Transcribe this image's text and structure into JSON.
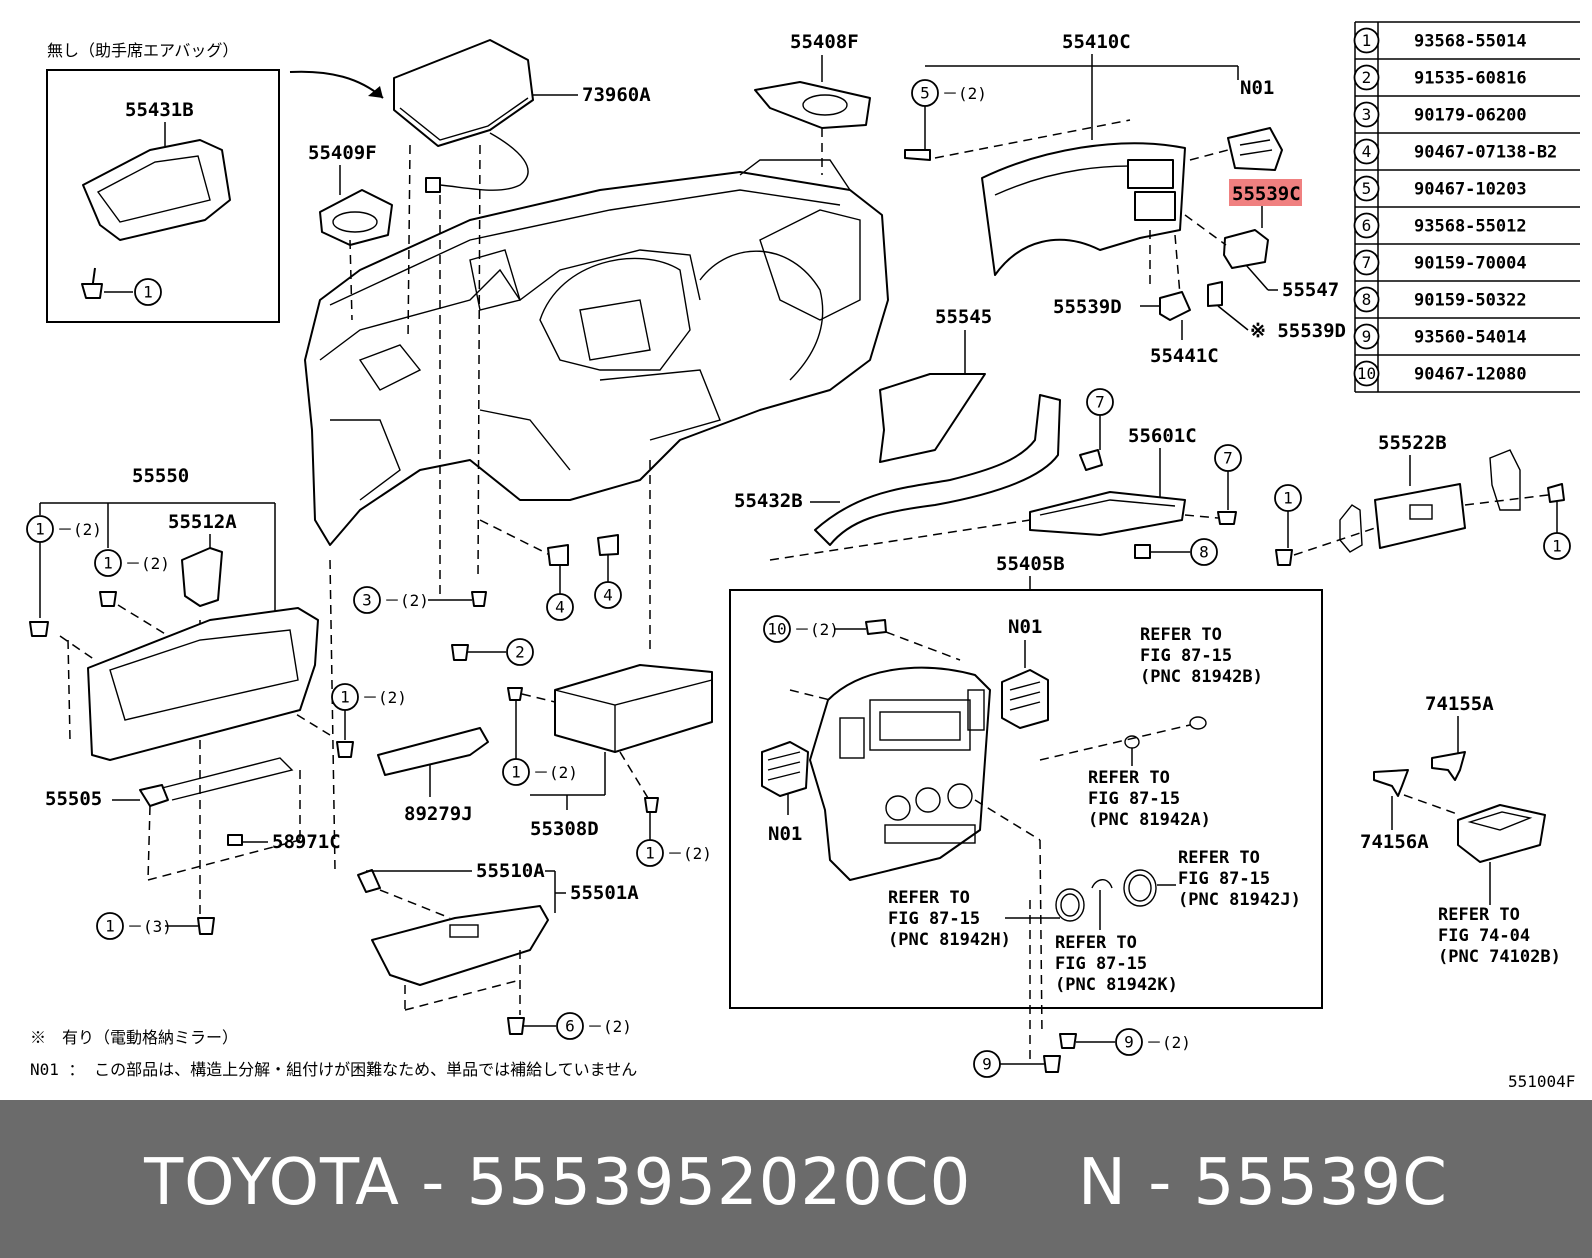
{
  "figure_code": "551004F",
  "notes": {
    "no_airbag": "無し（助手席エアバッグ）",
    "mark_with_mirror": "※　有り（電動格納ミラー）",
    "n01_note": "N01 ： この部品は、構造上分解・組付けが困難なため、単品では補給していません"
  },
  "labels": {
    "p55431B": "55431B",
    "p73960A": "73960A",
    "p55409F": "55409F",
    "p55408F": "55408F",
    "p55410C": "55410C",
    "n01_top": "N01",
    "p55539C": "55539C",
    "p55547": "55547",
    "p55539D": "55539D",
    "p55539D_mark": "※ 55539D",
    "p55441C": "55441C",
    "p55545": "55545",
    "p55601C": "55601C",
    "p55522B": "55522B",
    "p55432B": "55432B",
    "p55550": "55550",
    "p55512A": "55512A",
    "p55505": "55505",
    "p58971C": "58971C",
    "p89279J": "89279J",
    "p55308D": "55308D",
    "p55510A": "55510A",
    "p55501A": "55501A",
    "p55405B": "55405B",
    "n01_mid": "N01",
    "n01_left": "N01",
    "p74155A": "74155A",
    "p74156A": "74156A"
  },
  "qty": {
    "q2": "－(2)",
    "q3": "－(3)"
  },
  "refer": {
    "r1": [
      "REFER TO",
      "FIG 87-15",
      "(PNC 81942B)"
    ],
    "r2": [
      "REFER TO",
      "FIG 87-15",
      "(PNC 81942A)"
    ],
    "r3": [
      "REFER TO",
      "FIG 87-15",
      "(PNC 81942J)"
    ],
    "r4": [
      "REFER TO",
      "FIG 87-15",
      "(PNC 81942H)"
    ],
    "r5": [
      "REFER TO",
      "FIG 87-15",
      "(PNC 81942K)"
    ],
    "r6": [
      "REFER TO",
      "FIG 74-04",
      "(PNC 74102B)"
    ]
  },
  "parts_table": [
    {
      "num": "1",
      "part": "93568-55014"
    },
    {
      "num": "2",
      "part": "91535-60816"
    },
    {
      "num": "3",
      "part": "90179-06200"
    },
    {
      "num": "4",
      "part": "90467-07138-B2"
    },
    {
      "num": "5",
      "part": "90467-10203"
    },
    {
      "num": "6",
      "part": "93568-55012"
    },
    {
      "num": "7",
      "part": "90159-70004"
    },
    {
      "num": "8",
      "part": "90159-50322"
    },
    {
      "num": "9",
      "part": "93560-54014"
    },
    {
      "num": "10",
      "part": "90467-12080"
    }
  ],
  "footer": {
    "brand": "TOYOTA",
    "part_number": "5553952020C0",
    "pnc": "N - 55539C",
    "separator": " - "
  },
  "colors": {
    "highlight": "#f08080",
    "footer_bg": "#6b6b6b"
  }
}
